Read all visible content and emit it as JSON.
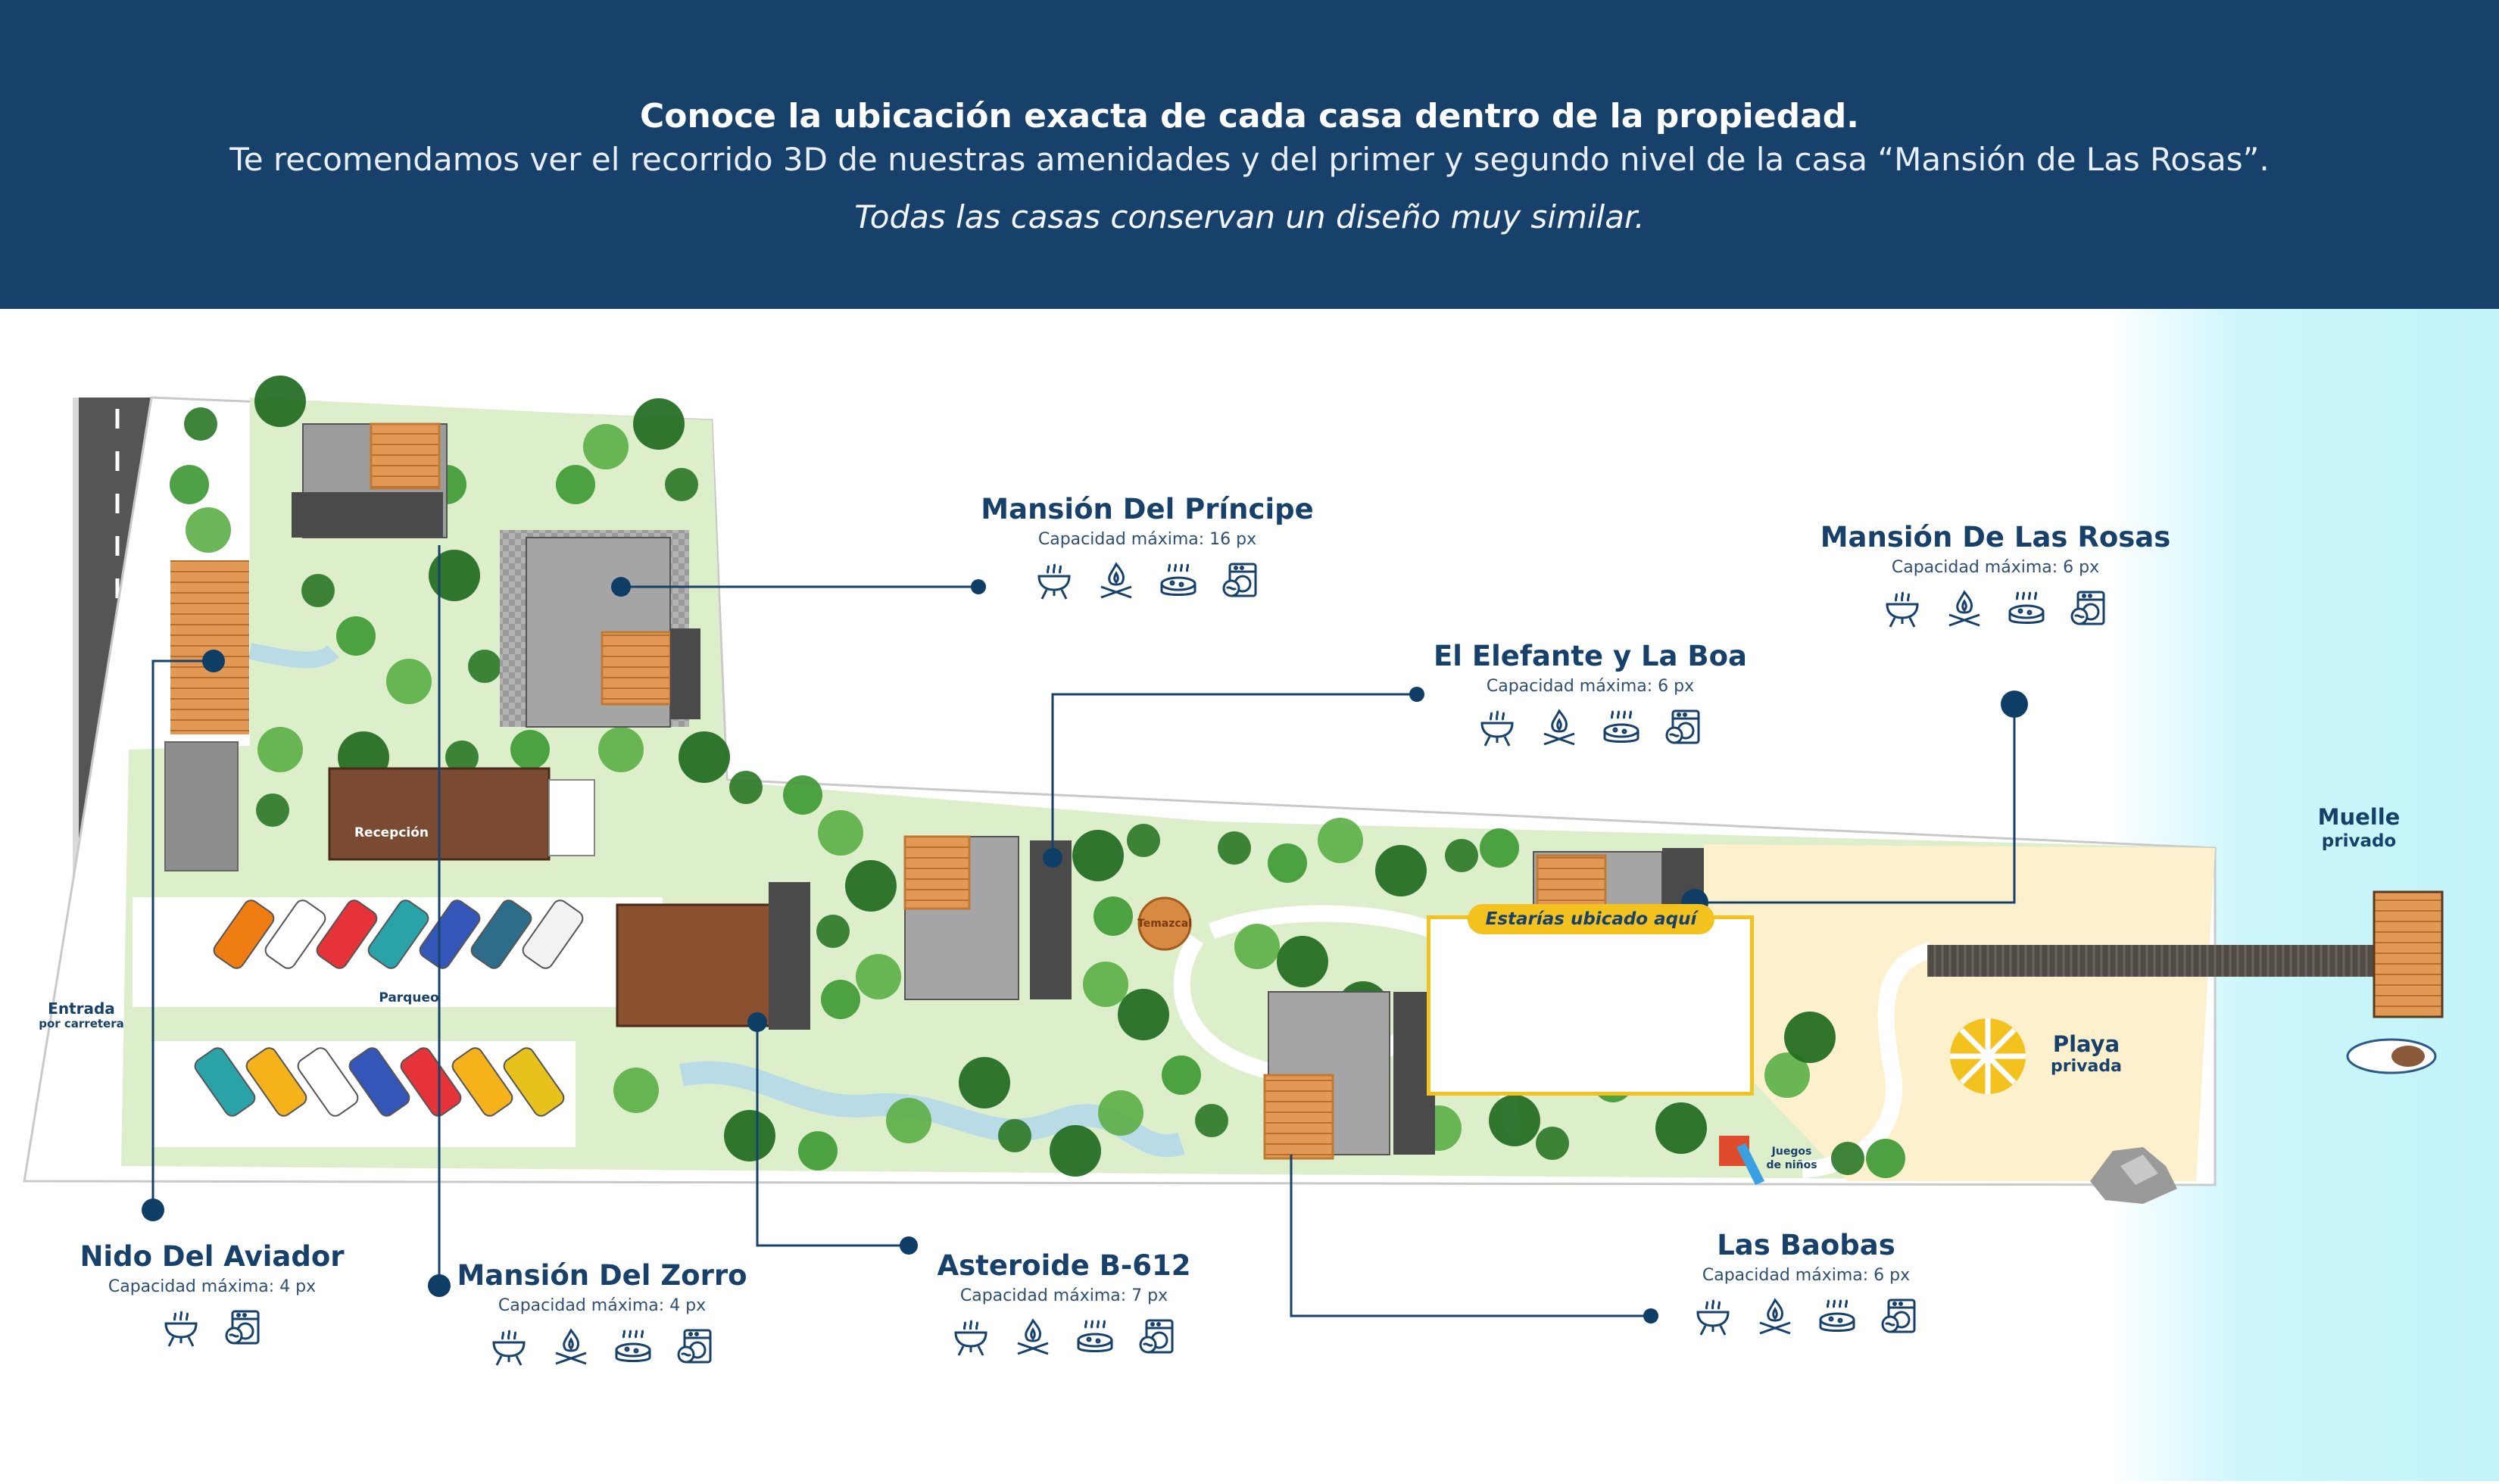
{
  "header": {
    "title": "Conoce la ubicación exacta de cada casa dentro de la propiedad.",
    "subtitle": "Te recomendamos ver el recorrido 3D de nuestras amenidades y del primer y segundo nivel de la casa “Mansión de Las Rosas”.",
    "note": "Todas las casas conservan un diseño muy similar."
  },
  "colors": {
    "header_bg": "#17416b",
    "label_text": "#17416b",
    "marker": "#0e3e66",
    "you_are_here": "#f3c21f",
    "lawn": "#ddeecb",
    "beach": "#fdf0cc",
    "water": "#cdf6fb",
    "road": "#5a5a5a"
  },
  "houses": [
    {
      "name": "Mansión Del Príncipe",
      "capacity": "Capacidad máxima: 16 px",
      "icons": [
        "grill-icon",
        "campfire-icon",
        "jacuzzi-icon",
        "laundry-icon"
      ]
    },
    {
      "name": "Mansión De Las Rosas",
      "capacity": "Capacidad máxima: 6 px",
      "icons": [
        "grill-icon",
        "campfire-icon",
        "jacuzzi-icon",
        "laundry-icon"
      ]
    },
    {
      "name": "El Elefante y La Boa",
      "capacity": "Capacidad máxima: 6 px",
      "icons": [
        "grill-icon",
        "campfire-icon",
        "jacuzzi-icon",
        "laundry-icon"
      ],
      "badge": "Estarías ubicado aquí"
    },
    {
      "name": "Nido Del Aviador",
      "capacity": "Capacidad máxima: 4 px",
      "icons": [
        "grill-icon",
        "laundry-icon"
      ]
    },
    {
      "name": "Mansión Del Zorro",
      "capacity": "Capacidad máxima: 4 px",
      "icons": [
        "grill-icon",
        "campfire-icon",
        "jacuzzi-icon",
        "laundry-icon"
      ]
    },
    {
      "name": "Asteroide B-612",
      "capacity": "Capacidad máxima: 7 px",
      "icons": [
        "grill-icon",
        "campfire-icon",
        "jacuzzi-icon",
        "laundry-icon"
      ]
    },
    {
      "name": "Las Baobas",
      "capacity": "Capacidad máxima: 6 px",
      "icons": [
        "grill-icon",
        "campfire-icon",
        "jacuzzi-icon",
        "laundry-icon"
      ]
    }
  ],
  "places": {
    "reception": "Recepción",
    "parking": "Parqueo",
    "entrance_1": "Entrada",
    "entrance_2": "por carretera",
    "temazcal": "Temazcal",
    "beach_1": "Playa",
    "beach_2": "privada",
    "kids_1": "Juegos",
    "kids_2": "de niños",
    "pier_1": "Muelle",
    "pier_2": "privado"
  }
}
